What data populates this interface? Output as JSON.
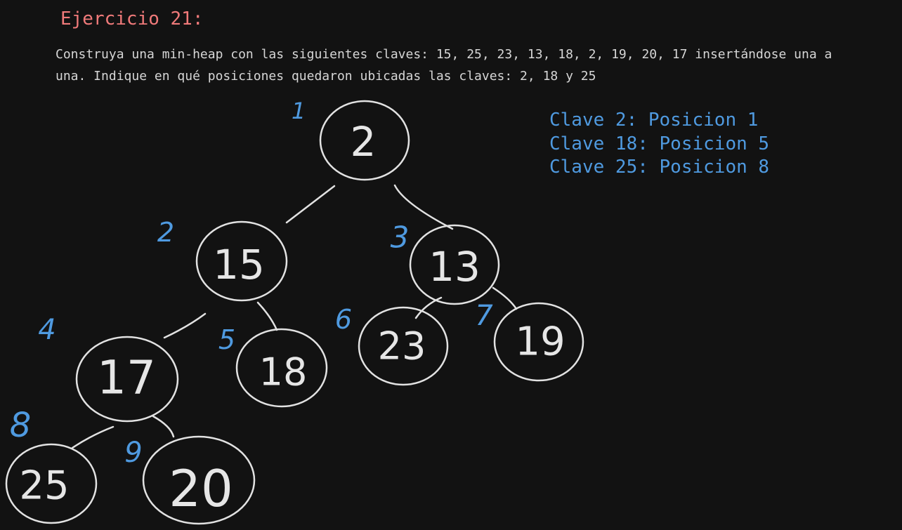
{
  "exercise": {
    "title": "Ejercicio 21:",
    "prompt_line1": "Construya una min-heap con las siguientes claves: 15, 25, 23, 13, 18, 2, 19, 20, 17 insertándose una a",
    "prompt_line2": "una. Indique en qué posiciones quedaron ubicadas las claves: 2, 18 y 25"
  },
  "answers": [
    "Clave 2: Posicion 1",
    "Clave 18: Posicion 5",
    "Clave 25: Posicion 8"
  ],
  "heap": {
    "nodes": [
      {
        "position": "1",
        "key": "2"
      },
      {
        "position": "2",
        "key": "15"
      },
      {
        "position": "3",
        "key": "13"
      },
      {
        "position": "4",
        "key": "17"
      },
      {
        "position": "5",
        "key": "18"
      },
      {
        "position": "6",
        "key": "23"
      },
      {
        "position": "7",
        "key": "19"
      },
      {
        "position": "8",
        "key": "25"
      },
      {
        "position": "9",
        "key": "20"
      }
    ],
    "edges": [
      [
        "1",
        "2"
      ],
      [
        "1",
        "3"
      ],
      [
        "2",
        "4"
      ],
      [
        "2",
        "5"
      ],
      [
        "3",
        "6"
      ],
      [
        "3",
        "7"
      ],
      [
        "4",
        "8"
      ],
      [
        "4",
        "9"
      ]
    ]
  },
  "colors": {
    "background": "#121212",
    "title": "#f07a7a",
    "prompt": "#d6d6d6",
    "answers": "#4f9ae0",
    "position_labels": "#4f9ae0",
    "ink": "#e2e2e2"
  }
}
